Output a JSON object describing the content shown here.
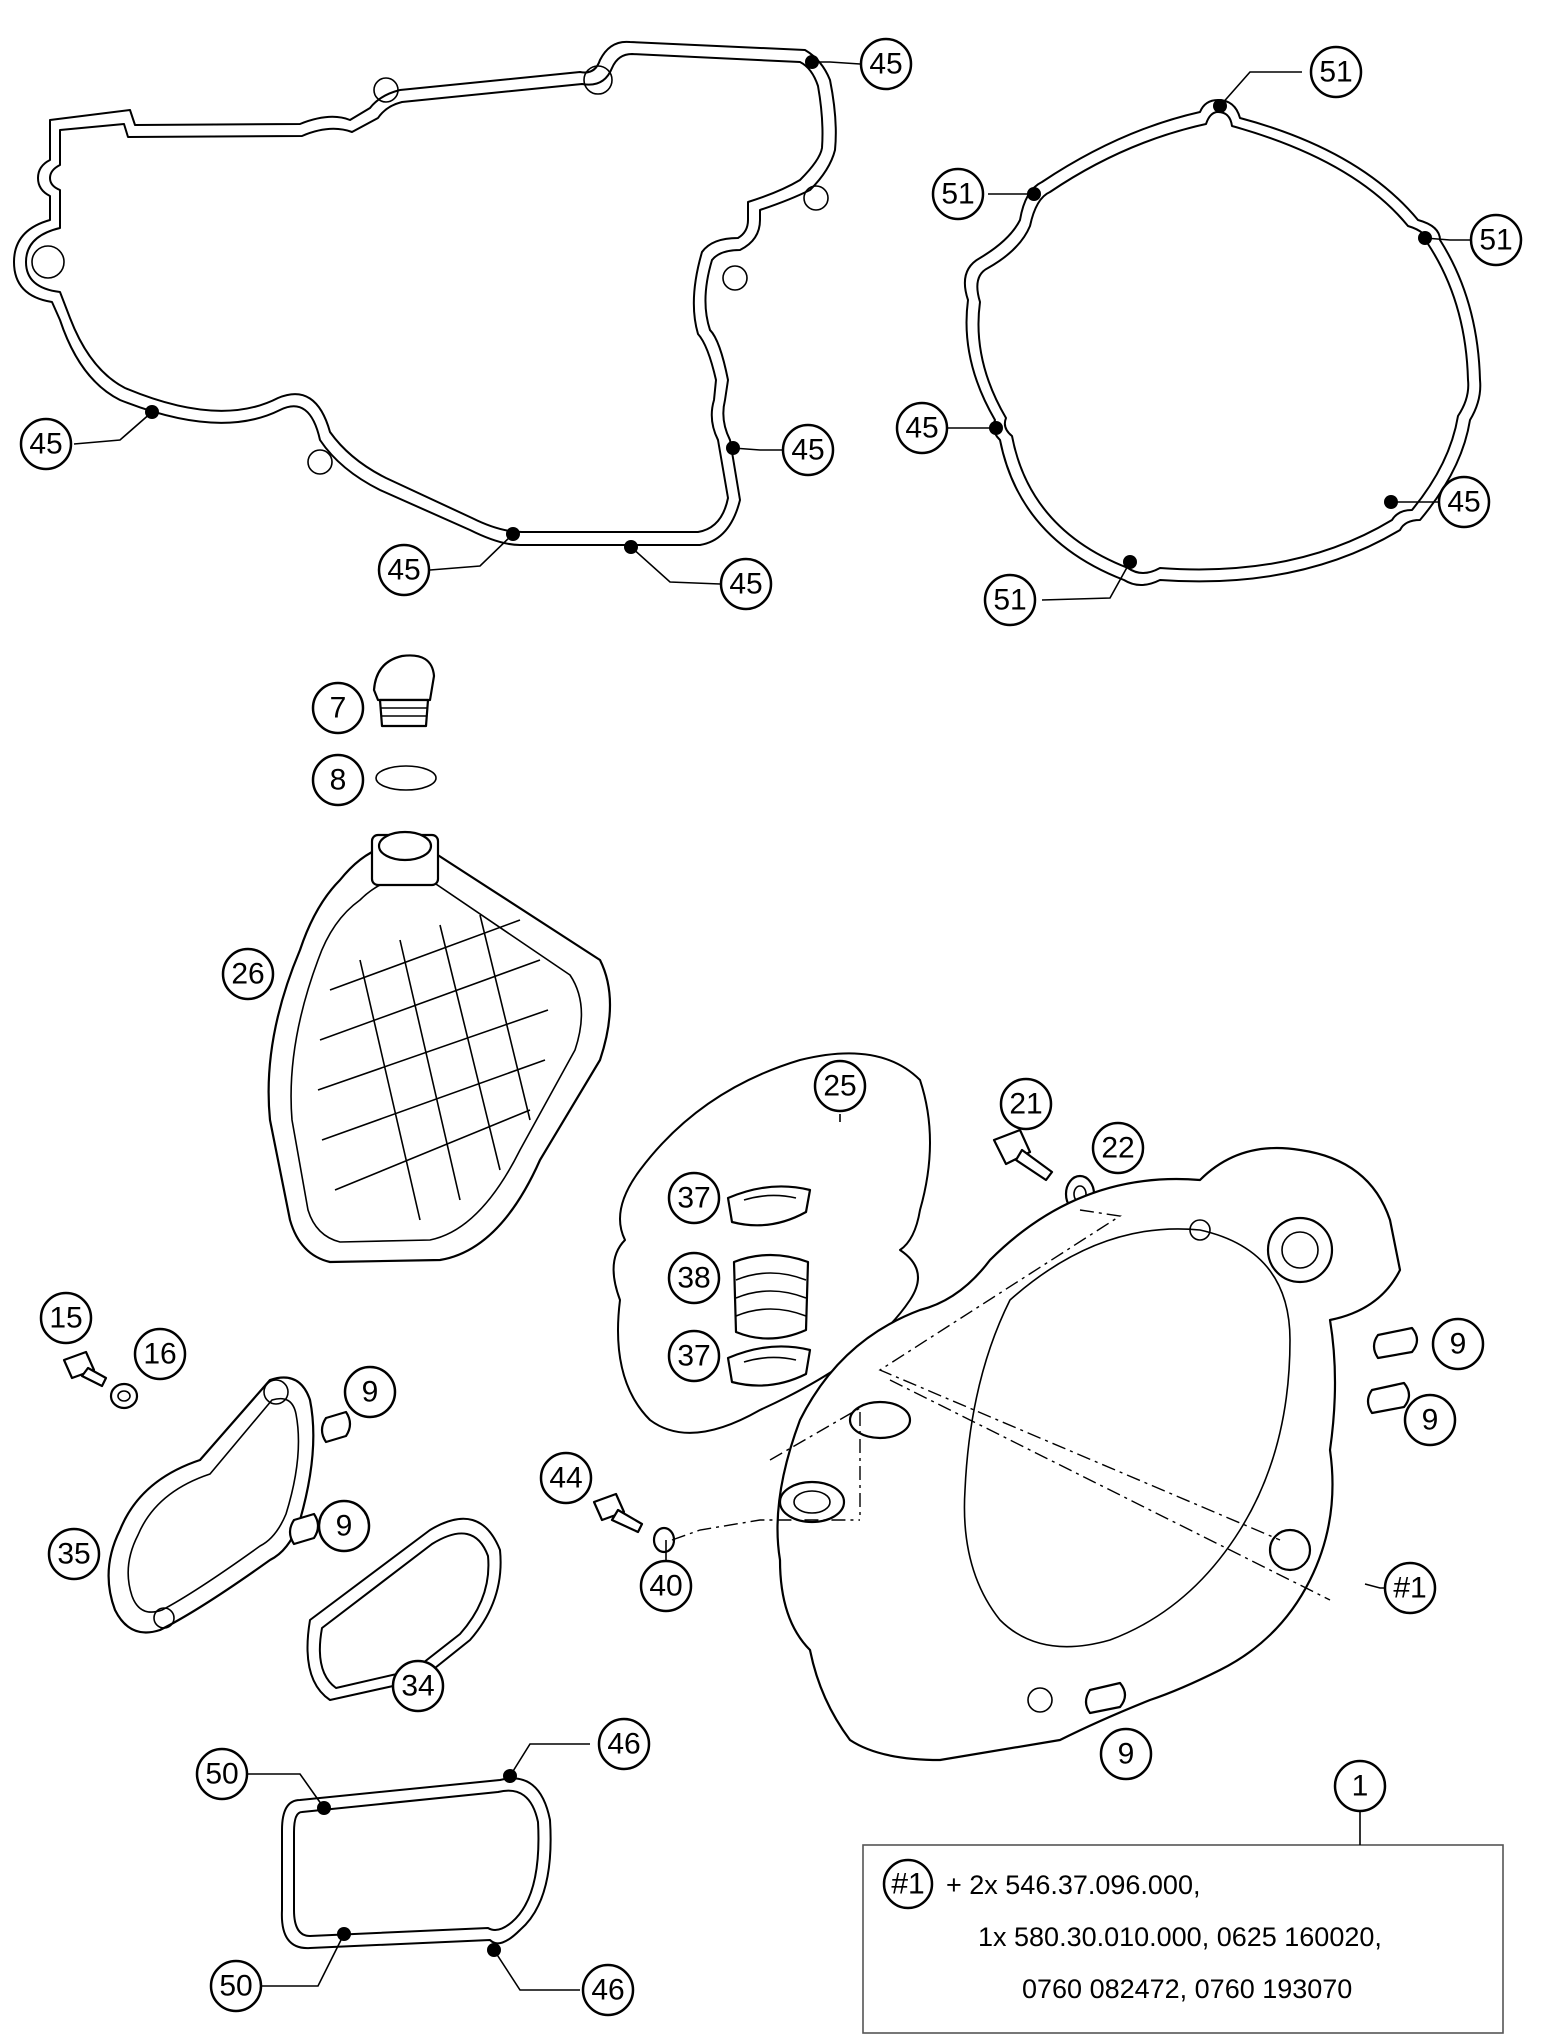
{
  "callouts": [
    {
      "id": "c45a",
      "label": "45"
    },
    {
      "id": "c45b",
      "label": "45"
    },
    {
      "id": "c45c",
      "label": "45"
    },
    {
      "id": "c45d",
      "label": "45"
    },
    {
      "id": "c45e",
      "label": "45"
    },
    {
      "id": "c45f",
      "label": "45"
    },
    {
      "id": "c45g",
      "label": "45"
    },
    {
      "id": "c51a",
      "label": "51"
    },
    {
      "id": "c51b",
      "label": "51"
    },
    {
      "id": "c51c",
      "label": "51"
    },
    {
      "id": "c51d",
      "label": "51"
    },
    {
      "id": "c7",
      "label": "7"
    },
    {
      "id": "c8",
      "label": "8"
    },
    {
      "id": "c26",
      "label": "26"
    },
    {
      "id": "c25",
      "label": "25"
    },
    {
      "id": "c21",
      "label": "21"
    },
    {
      "id": "c22",
      "label": "22"
    },
    {
      "id": "c37a",
      "label": "37"
    },
    {
      "id": "c38",
      "label": "38"
    },
    {
      "id": "c37b",
      "label": "37"
    },
    {
      "id": "c15",
      "label": "15"
    },
    {
      "id": "c16",
      "label": "16"
    },
    {
      "id": "c9a",
      "label": "9"
    },
    {
      "id": "c9b",
      "label": "9"
    },
    {
      "id": "c9c",
      "label": "9"
    },
    {
      "id": "c9d",
      "label": "9"
    },
    {
      "id": "c9e",
      "label": "9"
    },
    {
      "id": "c35",
      "label": "35"
    },
    {
      "id": "c34",
      "label": "34"
    },
    {
      "id": "c44",
      "label": "44"
    },
    {
      "id": "c40",
      "label": "40"
    },
    {
      "id": "cH1",
      "label": "#1"
    },
    {
      "id": "c1",
      "label": "1"
    },
    {
      "id": "c50a",
      "label": "50"
    },
    {
      "id": "c50b",
      "label": "50"
    },
    {
      "id": "c46a",
      "label": "46"
    },
    {
      "id": "c46b",
      "label": "46"
    }
  ],
  "note": {
    "ref_label": "#1",
    "line1": "+ 2x 546.37.096.000,",
    "line2": "1x 580.30.010.000, 0625 160020,",
    "line3": "0760 082472, 0760 193070"
  }
}
